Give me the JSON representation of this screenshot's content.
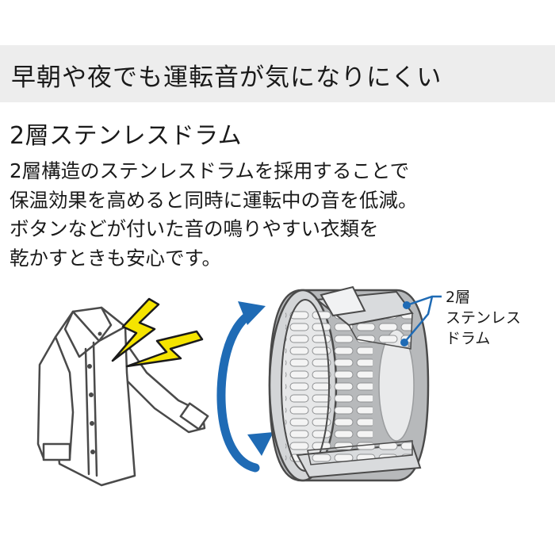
{
  "header": {
    "title": "早朝や夜でも運転音が気になりにくい"
  },
  "section": {
    "title": "2層ステンレスドラム",
    "body_lines": [
      "2層構造のステンレスドラムを採用することで",
      "保温効果を高めると同時に運転中の音を低減。",
      "ボタンなどが付いた音の鳴りやすい衣類を",
      "乾かすときも安心です。"
    ]
  },
  "illustration": {
    "callout_lines": [
      "2層",
      "ステンレス",
      "ドラム"
    ],
    "colors": {
      "arrow_blue": "#1f6bb5",
      "lightning_yellow": "#f5e400",
      "drum_gray": "#b7b9bb",
      "header_band": "#ededed"
    },
    "icons": [
      "shirt-icon",
      "lightning-icon",
      "rotation-arrow-icon",
      "drum-icon"
    ]
  }
}
